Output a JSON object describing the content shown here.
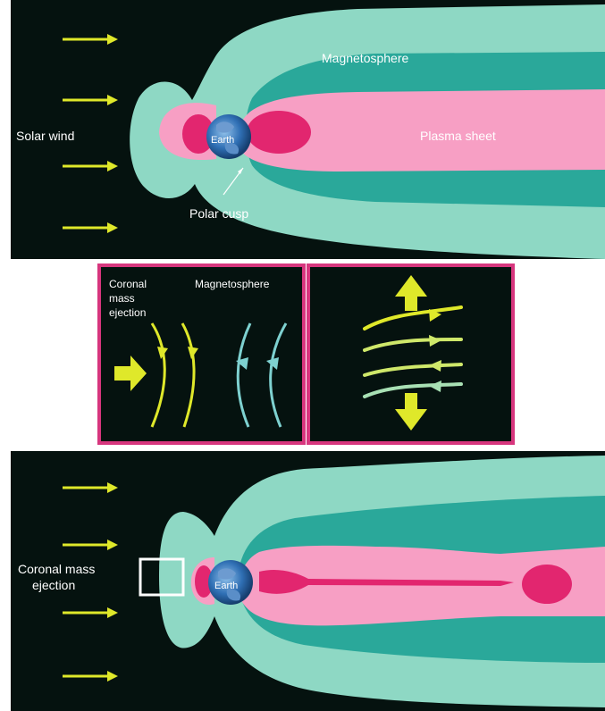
{
  "colors": {
    "background": "#05120f",
    "outer_magnetosphere": "#8ed8c4",
    "inner_magnetosphere": "#2aa89a",
    "plasma_sheet": "#f79fc4",
    "plasma_core": "#e2266f",
    "arrow": "#dfe82a",
    "field_line_cyan": "#7ed1d0",
    "inset_border": "#d7367e",
    "earth_ocean": "#2f6fb4",
    "earth_land": "#6d9bd0"
  },
  "top_panel": {
    "magnetosphere_label": "Magnetosphere",
    "plasma_sheet_label": "Plasma sheet",
    "solar_wind_label": "Solar wind",
    "earth_label": "Earth",
    "polar_cusp_label": "Polar cusp"
  },
  "inset_left": {
    "cme_line1": "Coronal",
    "cme_line2": "mass",
    "cme_line3": "ejection",
    "magnetosphere_label": "Magnetosphere"
  },
  "inset_right": {},
  "bottom_panel": {
    "cme_line1": "Coronal mass",
    "cme_line2": "ejection",
    "earth_label": "Earth"
  },
  "icons": [
    "arrow-right-icon",
    "arrow-up-icon",
    "arrow-down-icon",
    "earth-icon"
  ]
}
